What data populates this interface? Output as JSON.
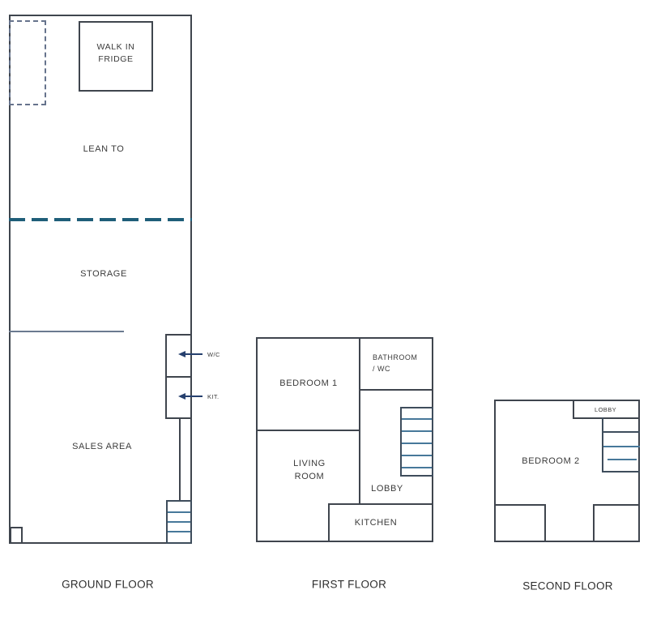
{
  "document_type": "floor-plan-diagram",
  "colors": {
    "background": "#ffffff",
    "wall": "#3f454e",
    "dashed_outline": "#66738c",
    "partition_line": "#6b7a90",
    "teal_dashed_divider": "#1f5e79",
    "stair_tread": "#47789a",
    "stair_frame": "#3e4d5c",
    "arrow": "#26406e",
    "room_text": "#3b3b3b",
    "floor_text": "#2e2e2e"
  },
  "ground_floor": {
    "label": "GROUND FLOOR",
    "rooms": {
      "walk_in_fridge": "WALK IN\nFRIDGE",
      "lean_to": "LEAN TO",
      "storage": "STORAGE",
      "sales_area": "SALES AREA"
    },
    "annotations": {
      "wc": "W/C",
      "kit": "KIT."
    }
  },
  "first_floor": {
    "label": "FIRST FLOOR",
    "rooms": {
      "bedroom1": "BEDROOM 1",
      "bathroom_wc": "BATHROOM\n/ WC",
      "living_room": "LIVING\nROOM",
      "lobby": "LOBBY",
      "kitchen": "KITCHEN"
    }
  },
  "second_floor": {
    "label": "SECOND FLOOR",
    "rooms": {
      "lobby": "LOBBY",
      "bedroom2": "BEDROOM 2"
    }
  }
}
